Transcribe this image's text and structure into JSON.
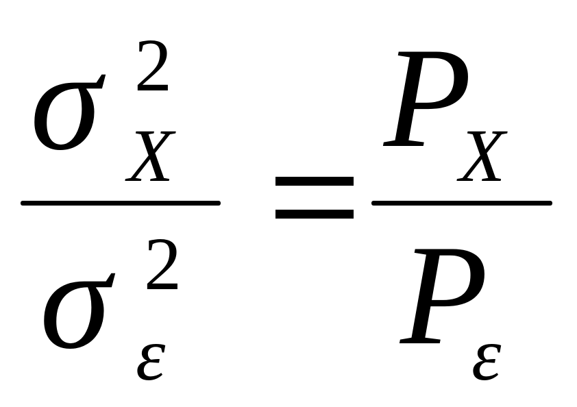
{
  "equation": {
    "left": {
      "numerator": {
        "base": "σ",
        "superscript": "2",
        "subscript": "X"
      },
      "denominator": {
        "base": "σ",
        "superscript": "2",
        "subscript": "ε"
      }
    },
    "right": {
      "numerator": {
        "base": "P",
        "subscript": "X"
      },
      "denominator": {
        "base": "P",
        "subscript": "ε"
      }
    }
  }
}
